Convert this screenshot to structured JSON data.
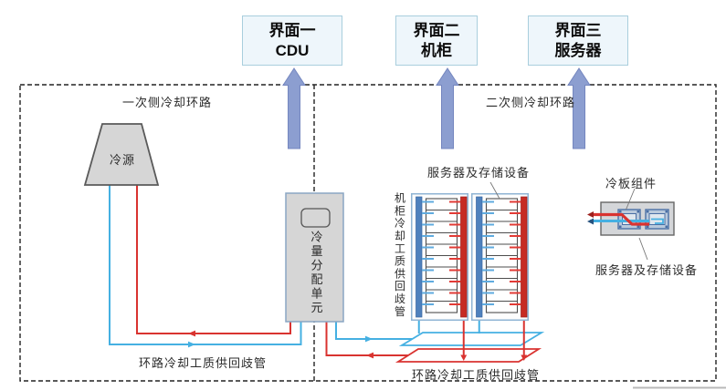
{
  "interface_boxes": [
    {
      "line1": "界面一",
      "line2": "CDU"
    },
    {
      "line1": "界面二",
      "line2": "机柜"
    },
    {
      "line1": "界面三",
      "line2": "服务器"
    }
  ],
  "labels": {
    "primary_loop": "一次侧冷却环路",
    "secondary_loop": "二次侧冷却环路",
    "cold_source": "冷源",
    "cdu_unit": "冷量分配单元",
    "rack_manifold": "机柜冷却工质供回歧管",
    "servers_storage_top": "服务器及存储设备",
    "cold_plate": "冷板组件",
    "servers_storage_bottom": "服务器及存储设备",
    "loop_manifold_primary": "环路冷却工质供回歧管",
    "loop_manifold_secondary": "环路冷却工质供回歧管"
  },
  "colors": {
    "arrow_fill": "#8c9ed0",
    "arrow_border": "#7486bf",
    "pipe_blue": "#45b0e2",
    "pipe_red": "#d93330",
    "rack_bar_blue": "#4f81bd",
    "rack_bar_red": "#c62b24",
    "tick_blue": "#5fabdf",
    "tick_red": "#e23b36",
    "box_fill": "#eef6fb",
    "box_border": "#a9cedd",
    "component_gray": "#d6d6d6",
    "plate_fill": "#b9c9dc",
    "plate_border": "#4a6fa5"
  }
}
